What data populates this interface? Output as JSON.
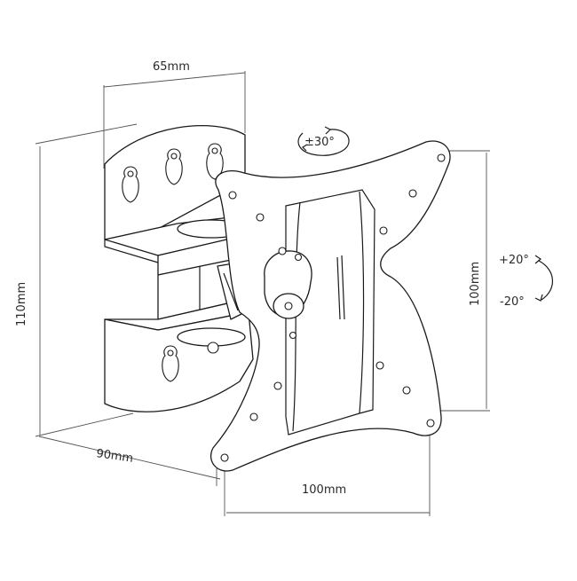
{
  "dimensions": {
    "top_width": "65mm",
    "left_height": "110mm",
    "bottom_depth": "90mm",
    "plate_width": "100mm",
    "plate_height": "100mm"
  },
  "rotation": {
    "swivel": "±30°",
    "tilt_up": "+20°",
    "tilt_down": "-20°"
  }
}
